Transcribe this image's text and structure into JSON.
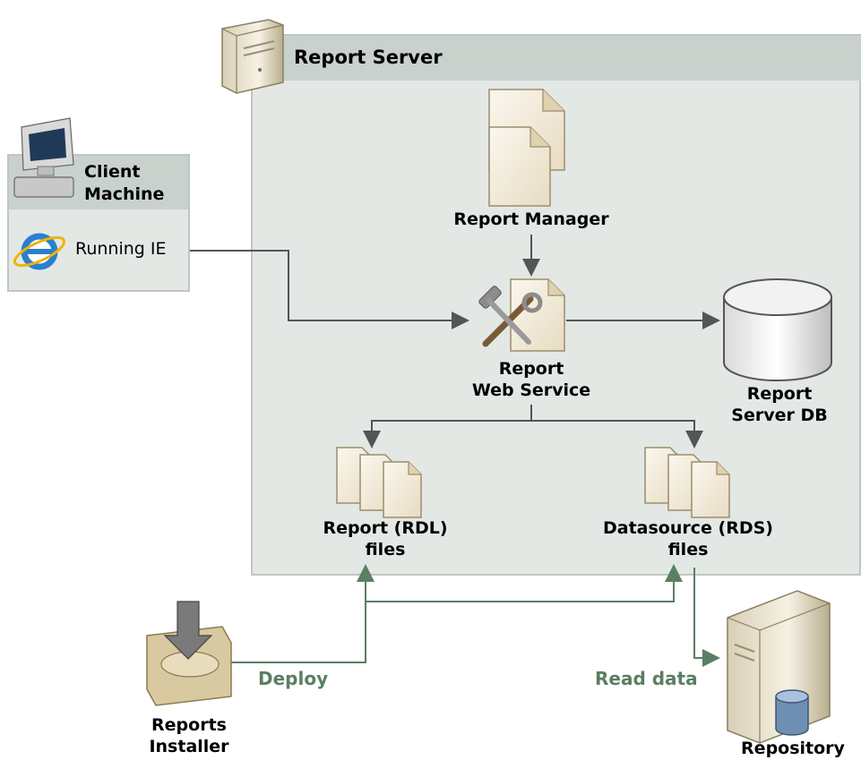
{
  "report_server": {
    "title": "Report Server"
  },
  "client": {
    "title_line1": "Client",
    "title_line2": "Machine",
    "browser_label": "Running IE"
  },
  "nodes": {
    "report_manager": "Report Manager",
    "web_service_line1": "Report",
    "web_service_line2": "Web Service",
    "server_db_line1": "Report",
    "server_db_line2": "Server DB",
    "rdl_line1": "Report (RDL)",
    "rdl_line2": "files",
    "rds_line1": "Datasource (RDS)",
    "rds_line2": "files",
    "installer_line1": "Reports",
    "installer_line2": "Installer",
    "repository": "Repository"
  },
  "edges": {
    "deploy": "Deploy",
    "read_data": "Read data"
  },
  "colors": {
    "panel_bg": "#e3e8e5",
    "panel_header": "#c9d1cd",
    "connector_gray": "#555555",
    "connector_green": "#5a7f63"
  }
}
